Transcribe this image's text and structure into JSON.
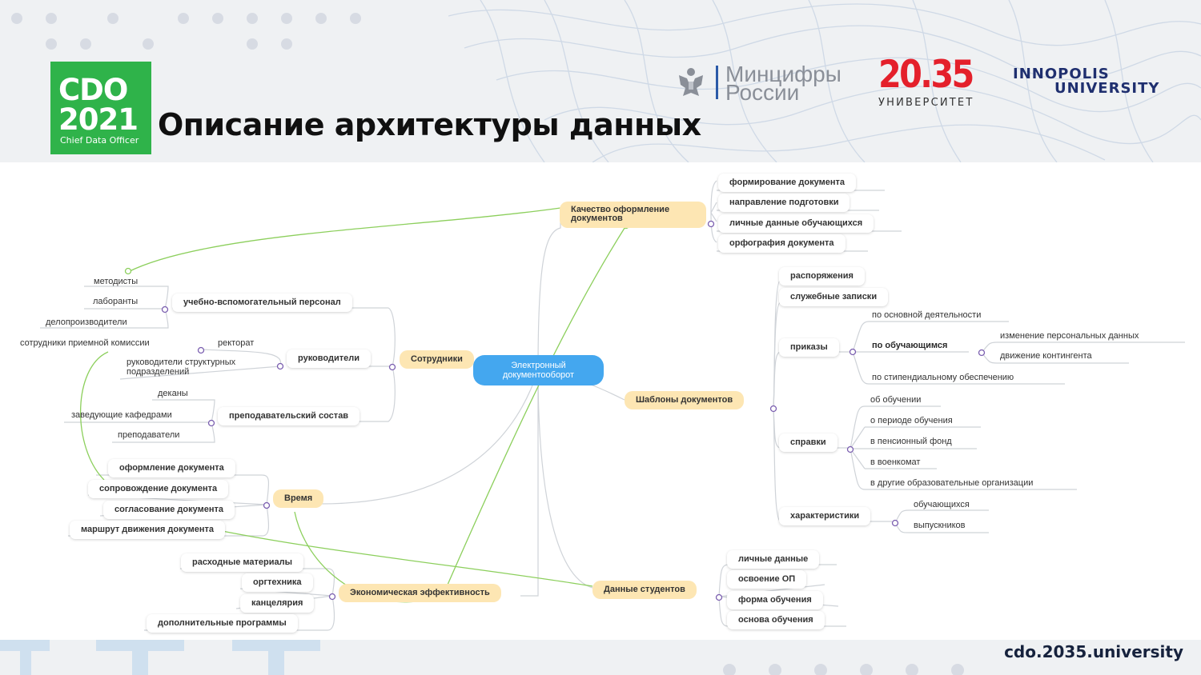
{
  "header": {
    "logo_line1": "CDO",
    "logo_line2": "2021",
    "logo_tagline": "Chief Data Officer",
    "title": "Описание архитектуры данных",
    "partners": {
      "mincifry_line1": "Минцифры",
      "mincifry_line2": "России",
      "u2035_number": "20.35",
      "u2035_label": "УНИВЕРСИТЕТ",
      "innopolis_line1": "INNOPOLIS",
      "innopolis_line2": "UNIVERSITY"
    }
  },
  "mindmap": {
    "center": "Электронный документооборот",
    "quality": {
      "label": "Качество оформление документов",
      "items": [
        "формирование документа",
        "направление подготовки",
        "личные данные обучающихся",
        "орфография документа"
      ]
    },
    "staff": {
      "label": "Сотрудники",
      "support_staff": {
        "label": "учебно-вспомогательный персонал",
        "items": [
          "методисты",
          "лаборанты",
          "делопроизводители"
        ]
      },
      "managers": {
        "label": "руководители",
        "rectorate": "ректорат",
        "admission": "сотрудники приемной комиссии",
        "unit_heads": "руководители структурных подразделений"
      },
      "teaching_staff": {
        "label": "преподавательский состав",
        "items": [
          "деканы",
          "заведующие кафедрами",
          "преподаватели"
        ]
      }
    },
    "time": {
      "label": "Время",
      "items": [
        "оформление документа",
        "сопровождение документа",
        "согласование документа",
        "маршрут движения документа"
      ]
    },
    "economy": {
      "label": "Экономическая эффективность",
      "items": [
        "расходные материалы",
        "оргтехника",
        "канцелярия",
        "дополнительные программы"
      ]
    },
    "templates": {
      "label": "Шаблоны документов",
      "orders_list": "распоряжения",
      "memos": "служебные записки",
      "orders": {
        "label": "приказы",
        "main_activity": "по основной деятельности",
        "by_students": {
          "label": "по обучающимся",
          "items": [
            "изменение персональных данных",
            "движение контингента"
          ]
        },
        "scholarship": "по стипендиальному обеспечению"
      },
      "certificates": {
        "label": "справки",
        "items": [
          "об обучении",
          "о периоде обучения",
          "в пенсионный фонд",
          "в военкомат",
          "в другие образовательные организации"
        ]
      },
      "references": {
        "label": "характеристики",
        "items": [
          "обучающихся",
          "выпускников"
        ]
      }
    },
    "student_data": {
      "label": "Данные студентов",
      "items": [
        "личные данные",
        "освоение ОП",
        "форма обучения",
        "основа обучения"
      ]
    }
  },
  "footer": {
    "url": "cdo.2035.university"
  },
  "colors": {
    "accent_green": "#2fb34a",
    "pill_fill": "#fde6b3",
    "center_blue": "#44a7ef",
    "link_green": "#8ccf5c",
    "red": "#e4202b"
  }
}
